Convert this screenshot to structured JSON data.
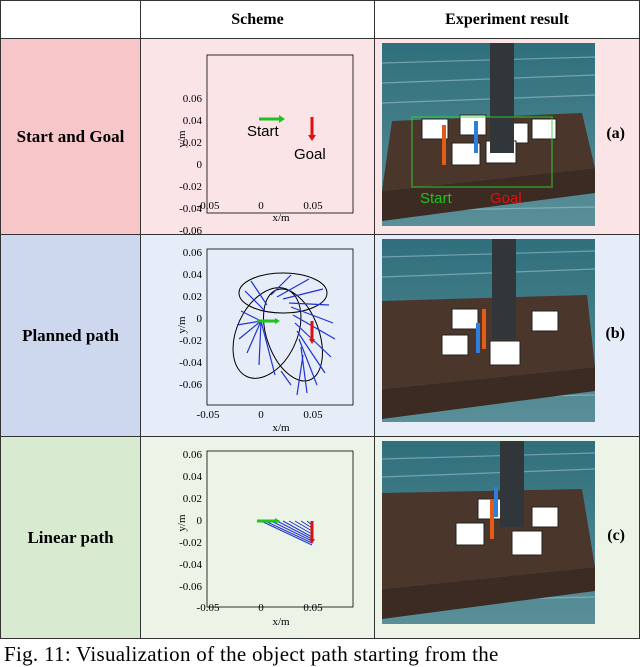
{
  "headers": {
    "col1": "",
    "col2": "Scheme",
    "col3": "Experiment result"
  },
  "rows": [
    {
      "label": "Start and Goal",
      "tag": "(a)",
      "photo_labels": {
        "start": "Start",
        "goal": "Goal"
      }
    },
    {
      "label": "Planned path",
      "tag": "(b)"
    },
    {
      "label": "Linear path",
      "tag": "(c)"
    }
  ],
  "plots": {
    "xlabel": "x/m",
    "ylabel": "y/m",
    "xticks": [
      "-0.05",
      "0",
      "0.05"
    ],
    "yticks": [
      "0.06",
      "0.04",
      "0.02",
      "0",
      "-0.02",
      "-0.04",
      "-0.06"
    ],
    "start_label": "Start",
    "goal_label": "Goal"
  },
  "colors": {
    "start": "#1ec31e",
    "goal": "#e01010",
    "path": "#1f33d6",
    "row1": "#f7c6c9",
    "row2": "#cdd8ee",
    "row3": "#d8ead0"
  },
  "caption": "Fig. 11: Visualization of the object path starting from the"
}
